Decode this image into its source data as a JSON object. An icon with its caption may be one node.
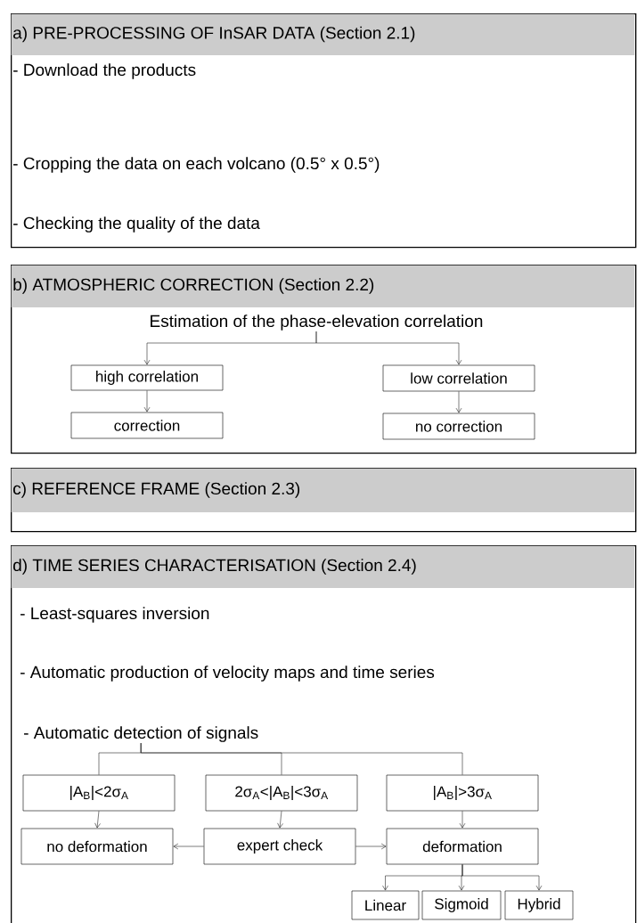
{
  "diagram": {
    "nodes": [
      {
        "text": [
          "a) PRE-PROCESSING OF InSAR DATA (Section 2.1)",
          "- Download the products",
          "- Cropping the data on each volcano (0.5° x 0.5°)",
          "- Checking the quality of the data"
        ]
      },
      {
        "text": [
          "b) ATMOSPHERIC CORRECTION (Section 2.2)"
        ]
      },
      {
        "text": [
          "Estimation of the phase-elevation correlation"
        ],
        "in": 1
      },
      {
        "text": [
          "high correlation"
        ],
        "in": 1
      },
      {
        "text": [
          "low correlation"
        ],
        "in": 1
      },
      {
        "text": [
          "correction"
        ],
        "in": 1
      },
      {
        "text": [
          "no correction"
        ],
        "in": 1
      },
      {
        "text": [
          "c) REFERENCE FRAME (Section 2.3)"
        ]
      },
      {
        "text": [
          "d) TIME SERIES CHARACTERISATION (Section 2.4)",
          "- Least-squares inversion",
          "- Automatic production of velocity maps and time series"
        ]
      },
      {
        "text": [
          "- Automatic detection of signals"
        ],
        "in": 8
      },
      {
        "text": [
          "|A$_{B}$|<2σ$_{A}$"
        ],
        "in": 8
      },
      {
        "text": [
          "2σ$_{A}$<|A$_{B}$|<3σ$_{A}$"
        ],
        "in": 8
      },
      {
        "text": [
          "|A$_{B}$|>3σ$_{A}$"
        ],
        "in": 8
      },
      {
        "text": [
          "no deformation"
        ],
        "in": 8
      },
      {
        "text": [
          "expert check"
        ],
        "in": 8
      },
      {
        "text": [
          "deformation"
        ],
        "in": 8
      },
      {
        "text": [
          "Linear"
        ],
        "in": 8
      },
      {
        "text": [
          "Sigmoid"
        ],
        "in": 8
      },
      {
        "text": [
          "Hybrid"
        ],
        "in": 8
      }
    ],
    "edges": [
      {
        "from": 2,
        "to": 3,
        "arrow": "to"
      },
      {
        "from": 2,
        "to": 4,
        "arrow": "to"
      },
      {
        "from": 3,
        "to": 5,
        "arrow": "to"
      },
      {
        "from": 4,
        "to": 6,
        "arrow": "to"
      },
      {
        "from": 9,
        "to": 10,
        "arrow": "none"
      },
      {
        "from": 9,
        "to": 11,
        "arrow": "none"
      },
      {
        "from": 9,
        "to": 12,
        "arrow": "none"
      },
      {
        "from": 10,
        "to": 13,
        "arrow": "to"
      },
      {
        "from": 11,
        "to": 14,
        "arrow": "to"
      },
      {
        "from": 12,
        "to": 15,
        "arrow": "to"
      },
      {
        "from": 14,
        "to": 13,
        "arrow": "to"
      },
      {
        "from": 14,
        "to": 15,
        "arrow": "to"
      },
      {
        "from": 15,
        "to": 16,
        "arrow": "to"
      },
      {
        "from": 15,
        "to": 17,
        "arrow": "to"
      },
      {
        "from": 15,
        "to": 18,
        "arrow": "to"
      }
    ]
  }
}
